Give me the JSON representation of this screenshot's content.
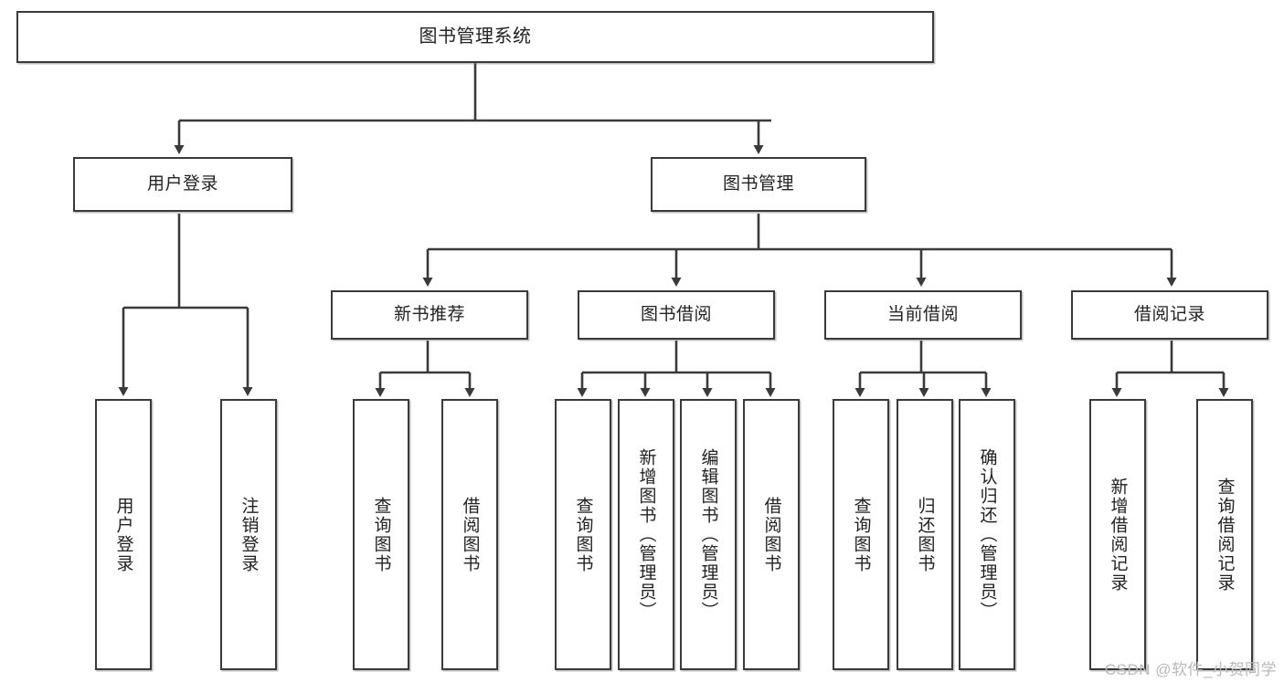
{
  "diagram": {
    "type": "hierarchy-tree",
    "title": "图书管理系统",
    "watermark": "CSDN @软件_小贺同学",
    "colors": {
      "background": "#ffffff",
      "border": "#3a3a3a",
      "connector": "#3a3a3a",
      "text": "#222222",
      "watermark": "#b9b9b9"
    },
    "nodes": {
      "root": {
        "label": "图书管理系统"
      },
      "level2": [
        {
          "id": "user-login",
          "label": "用户登录"
        },
        {
          "id": "book-management",
          "label": "图书管理"
        }
      ],
      "level3": [
        {
          "id": "new-book-recommend",
          "label": "新书推荐"
        },
        {
          "id": "book-borrow",
          "label": "图书借阅"
        },
        {
          "id": "current-borrow",
          "label": "当前借阅"
        },
        {
          "id": "borrow-record",
          "label": "借阅记录"
        }
      ],
      "leaves": {
        "user-login": [
          {
            "id": "leaf-user-login",
            "label": "用户登录"
          },
          {
            "id": "leaf-logout-login",
            "label": "注销登录"
          }
        ],
        "new-book-recommend": [
          {
            "id": "leaf-query-book-1",
            "label": "查询图书"
          },
          {
            "id": "leaf-borrow-book-1",
            "label": "借阅图书"
          }
        ],
        "book-borrow": [
          {
            "id": "leaf-query-book-2",
            "label": "查询图书"
          },
          {
            "id": "leaf-add-book",
            "label": "新增图书（管理员）"
          },
          {
            "id": "leaf-edit-book",
            "label": "编辑图书（管理员）"
          },
          {
            "id": "leaf-borrow-book-2",
            "label": "借阅图书"
          }
        ],
        "current-borrow": [
          {
            "id": "leaf-query-book-3",
            "label": "查询图书"
          },
          {
            "id": "leaf-return-book",
            "label": "归还图书"
          },
          {
            "id": "leaf-confirm-return",
            "label": "确认归还（管理员）"
          }
        ],
        "borrow-record": [
          {
            "id": "leaf-add-record",
            "label": "新增借阅记录"
          },
          {
            "id": "leaf-query-record",
            "label": "查询借阅记录"
          }
        ]
      }
    }
  }
}
